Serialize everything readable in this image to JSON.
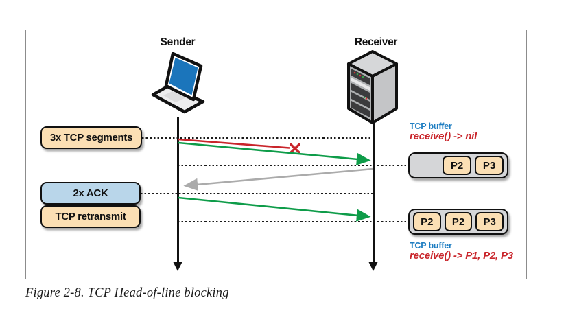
{
  "figure": {
    "sender_label": "Sender",
    "receiver_label": "Receiver",
    "event_boxes": {
      "segments": "3x TCP segments",
      "ack": "2x ACK",
      "retransmit": "TCP retransmit"
    },
    "buffers": {
      "first": {
        "label": "TCP buffer",
        "receive_call": "receive() -> nil",
        "packets": [
          "P2",
          "P3"
        ]
      },
      "second": {
        "label": "TCP buffer",
        "receive_call": "receive() -> P1, P2, P3",
        "packets": [
          "P2",
          "P2",
          "P3"
        ]
      }
    },
    "icons": {
      "sender": "laptop-icon",
      "receiver": "server-icon"
    },
    "colors": {
      "event_box_tan": "#FBDFB4",
      "event_box_blue": "#B9D6EA",
      "buffer_gray": "#D5D6D8",
      "packet_tan": "#FBDFB4",
      "tcp_buffer_label_blue": "#1F7EC2",
      "receive_call_red": "#C9252B",
      "arrow_green": "#0E9C49",
      "arrow_red": "#C9252B",
      "arrow_gray": "#ABABAB",
      "laptop_screen_blue": "#1B75BB"
    }
  },
  "caption": "Figure 2-8. TCP Head-of-line blocking"
}
